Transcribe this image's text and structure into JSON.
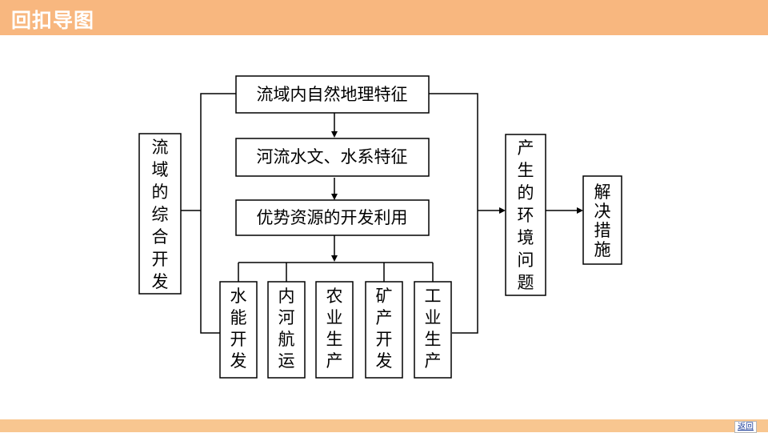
{
  "header": {
    "title": "回扣导图"
  },
  "footer": {
    "back_label": "返回"
  },
  "diagram": {
    "left": "流域的综合开发",
    "top": "流域内自然地理特征",
    "middle": "河流水文、水系特征",
    "resource": "优势资源的开发利用",
    "branches": [
      "水能开发",
      "内河航运",
      "农业生产",
      "矿产开发",
      "工业生产"
    ],
    "problems": "产生的环境问题",
    "measures": "解决措施"
  },
  "colors": {
    "header_bar": "#f8b77f",
    "footer_bar": "#f8c690",
    "back_link": "#1f3f9a"
  }
}
